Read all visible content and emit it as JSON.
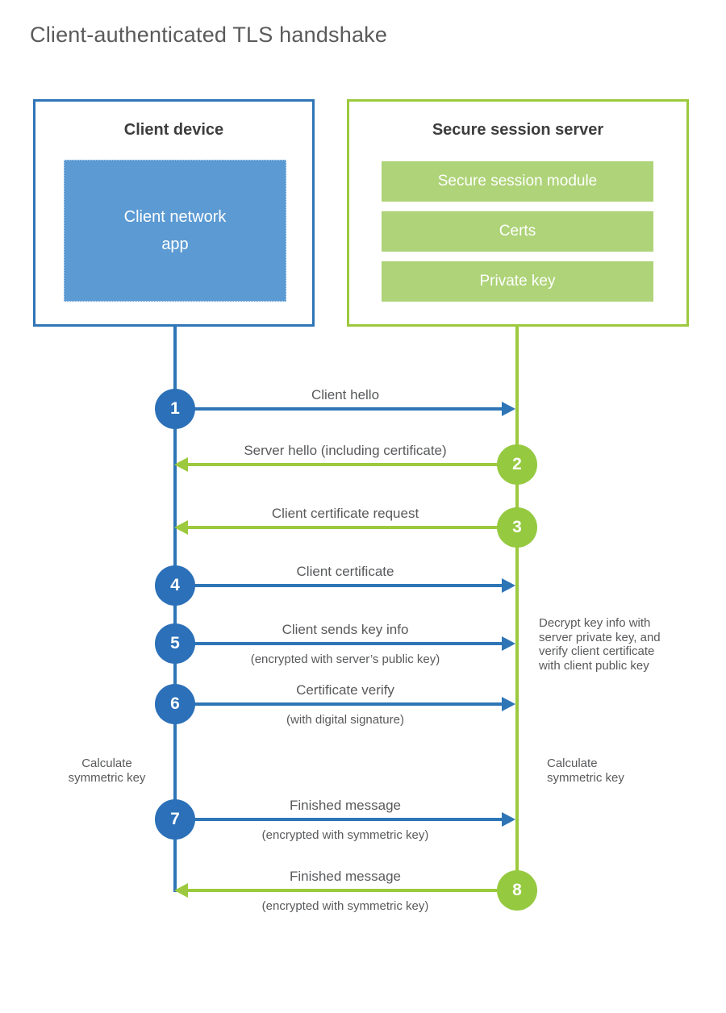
{
  "title": "Client-authenticated TLS handshake",
  "palette": {
    "blue_line": "#2e75b6",
    "blue_circle": "#2b70b8",
    "blue_module_fill": "#5b9ad3",
    "green_line": "#9cc93d",
    "green_circle": "#95c940",
    "green_module_fill": "#aed378",
    "label_text": "#58595b",
    "heading_text": "#3d3d3d"
  },
  "client": {
    "title": "Client device",
    "module": "Client network\napp"
  },
  "server": {
    "title": "Secure session server",
    "modules": [
      "Secure session module",
      "Certs",
      "Private key"
    ]
  },
  "steps": [
    {
      "num": "1",
      "label": "Client hello",
      "direction": "client-to-server"
    },
    {
      "num": "2",
      "label": "Server hello (including certificate)",
      "direction": "server-to-client"
    },
    {
      "num": "3",
      "label": "Client certificate request",
      "direction": "server-to-client"
    },
    {
      "num": "4",
      "label": "Client certificate",
      "direction": "client-to-server"
    },
    {
      "num": "5",
      "label": "Client sends key info",
      "sub": "(encrypted with server’s public key)",
      "direction": "client-to-server"
    },
    {
      "num": "6",
      "label": "Certificate verify",
      "sub": "(with digital signature)",
      "direction": "client-to-server"
    },
    {
      "num": "7",
      "label": "Finished message",
      "sub": "(encrypted with symmetric key)",
      "direction": "client-to-server"
    },
    {
      "num": "8",
      "label": "Finished message",
      "sub": "(encrypted with symmetric key)",
      "direction": "server-to-client"
    }
  ],
  "notes": {
    "decrypt": "Decrypt key info with\nserver private key, and\nverify client certificate\nwith client public key",
    "calc_left": "Calculate\nsymmetric key",
    "calc_right": "Calculate\nsymmetric key"
  }
}
